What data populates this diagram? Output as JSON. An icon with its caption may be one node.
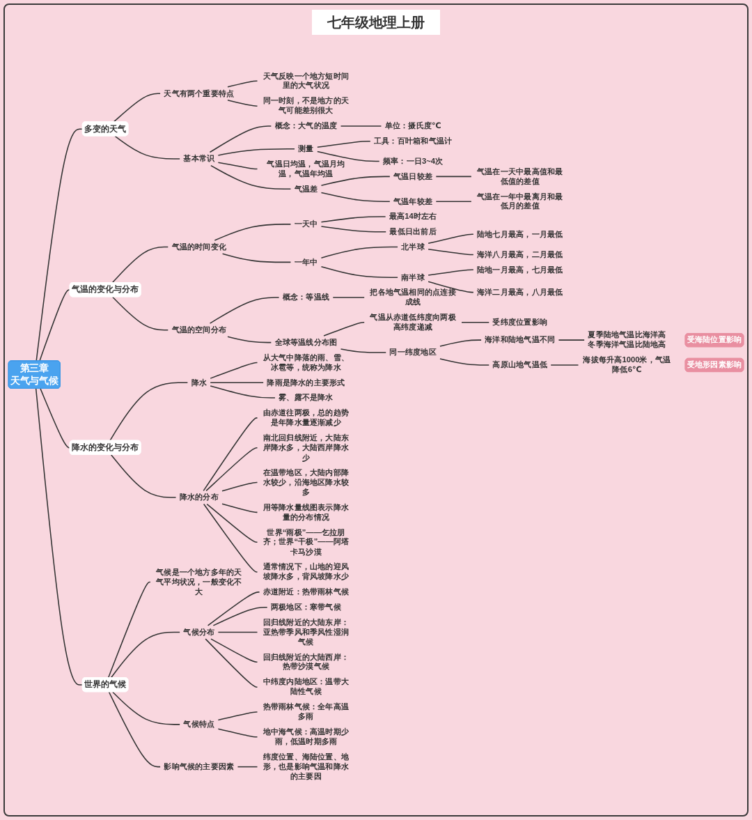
{
  "diagram": {
    "title": "七年级地理上册",
    "nodes": [
      {
        "text": [
          "第三章",
          "天气与气候"
        ]
      },
      {
        "text": [
          "多变的天气"
        ]
      },
      {
        "text": [
          "天气有两个重要特点"
        ]
      },
      {
        "text": [
          "天气反映一个地方短时间里的大气状况"
        ]
      },
      {
        "text": [
          "同一时刻，不是地方的天气可能差别很大"
        ]
      },
      {
        "text": [
          "基本常识"
        ]
      },
      {
        "text": [
          "概念：大气的温度"
        ]
      },
      {
        "text": [
          "单位：摄氏度℃"
        ]
      },
      {
        "text": [
          "测量"
        ]
      },
      {
        "text": [
          "工具：百叶箱和气温计"
        ]
      },
      {
        "text": [
          "频率：一日3~4次"
        ]
      },
      {
        "text": [
          "气温日均温，气温月均温，气温年均温"
        ]
      },
      {
        "text": [
          "气温差"
        ]
      },
      {
        "text": [
          "气温日较差"
        ]
      },
      {
        "text": [
          "气温在一天中最高值和最低值的差值"
        ]
      },
      {
        "text": [
          "气温年较差"
        ]
      },
      {
        "text": [
          "气温在一年中最离月和最低月的差值"
        ]
      },
      {
        "text": [
          "气温的变化与分布"
        ]
      },
      {
        "text": [
          "气温的时间变化"
        ]
      },
      {
        "text": [
          "一天中"
        ]
      },
      {
        "text": [
          "最高14时左右"
        ]
      },
      {
        "text": [
          "最低日出前后"
        ]
      },
      {
        "text": [
          "一年中"
        ]
      },
      {
        "text": [
          "北半球"
        ]
      },
      {
        "text": [
          "陆地七月最高，一月最低"
        ]
      },
      {
        "text": [
          "海洋八月最高，二月最低"
        ]
      },
      {
        "text": [
          "南半球"
        ]
      },
      {
        "text": [
          "陆地一月最高，七月最低"
        ]
      },
      {
        "text": [
          "海洋二月最高，八月最低"
        ]
      },
      {
        "text": [
          "气温的空间分布"
        ]
      },
      {
        "text": [
          "概念：等温线"
        ]
      },
      {
        "text": [
          "把各地气温相同的点连接成线"
        ]
      },
      {
        "text": [
          "全球等温线分布图"
        ]
      },
      {
        "text": [
          "气温从赤道低纬度向两极高纬度递减"
        ]
      },
      {
        "text": [
          "受纬度位置影响"
        ]
      },
      {
        "text": [
          "同一纬度地区"
        ]
      },
      {
        "text": [
          "海洋和陆地气温不同"
        ]
      },
      {
        "text": [
          "夏季陆地气温比海洋高",
          "冬季海洋气温比陆地高"
        ]
      },
      {
        "text": [
          "受海陆位置影响"
        ]
      },
      {
        "text": [
          "高原山地气温低"
        ]
      },
      {
        "text": [
          "海拔每升高1000米，气温降低6℃"
        ]
      },
      {
        "text": [
          "受地形因素影响"
        ]
      },
      {
        "text": [
          "降水的变化与分布"
        ]
      },
      {
        "text": [
          "降水"
        ]
      },
      {
        "text": [
          "从大气中降落的雨、雪、冰雹等，统称为降水"
        ]
      },
      {
        "text": [
          "降雨是降水的主要形式"
        ]
      },
      {
        "text": [
          "雾、露不是降水"
        ]
      },
      {
        "text": [
          "降水的分布"
        ]
      },
      {
        "text": [
          "由赤道往两极，总的趋势是年降水量逐渐减少"
        ]
      },
      {
        "text": [
          "南北回归线附近，大陆东岸降水多，大陆西岸降水少"
        ]
      },
      {
        "text": [
          "在温带地区，大陆内部降水较少，沿海地区降水较多"
        ]
      },
      {
        "text": [
          "用等降水量线图表示降水量的分布情况"
        ]
      },
      {
        "text": [
          "世界“雨极”——乞拉朋齐；世界“干极”——阿塔卡马沙漠"
        ]
      },
      {
        "text": [
          "通常情况下，山地的迎风坡降水多，背风坡降水少"
        ]
      },
      {
        "text": [
          "世界的气候"
        ]
      },
      {
        "text": [
          "气候是一个地方多年的天气平均状况，一般变化不大"
        ]
      },
      {
        "text": [
          "气候分布"
        ]
      },
      {
        "text": [
          "赤道附近：热带雨林气候"
        ]
      },
      {
        "text": [
          "两极地区：寒带气候"
        ]
      },
      {
        "text": [
          "回归线附近的大陆东岸：亚热带季风和季风性湿润气候"
        ]
      },
      {
        "text": [
          "回归线附近的大陆西岸：热带沙漠气候"
        ]
      },
      {
        "text": [
          "中纬度内陆地区：温带大陆性气候"
        ]
      },
      {
        "text": [
          "气候特点"
        ]
      },
      {
        "text": [
          "热带雨林气候：全年高温多雨"
        ]
      },
      {
        "text": [
          "地中海气候：高温时期少雨，低温时期多雨"
        ]
      },
      {
        "text": [
          "影响气候的主要因素"
        ]
      },
      {
        "text": [
          "纬度位置、海陆位置、地形，也是影响气温和降水的主要因"
        ]
      }
    ],
    "edges": [
      {
        "from": 0,
        "to": 1,
        "arrow": "none"
      },
      {
        "from": 1,
        "to": 2,
        "arrow": "none"
      },
      {
        "from": 2,
        "to": 3,
        "arrow": "none"
      },
      {
        "from": 2,
        "to": 4,
        "arrow": "none"
      },
      {
        "from": 1,
        "to": 5,
        "arrow": "none"
      },
      {
        "from": 5,
        "to": 6,
        "arrow": "none"
      },
      {
        "from": 6,
        "to": 7,
        "arrow": "none"
      },
      {
        "from": 5,
        "to": 8,
        "arrow": "none"
      },
      {
        "from": 8,
        "to": 9,
        "arrow": "none"
      },
      {
        "from": 8,
        "to": 10,
        "arrow": "none"
      },
      {
        "from": 5,
        "to": 11,
        "arrow": "none"
      },
      {
        "from": 5,
        "to": 12,
        "arrow": "none"
      },
      {
        "from": 12,
        "to": 13,
        "arrow": "none"
      },
      {
        "from": 13,
        "to": 14,
        "arrow": "none"
      },
      {
        "from": 12,
        "to": 15,
        "arrow": "none"
      },
      {
        "from": 15,
        "to": 16,
        "arrow": "none"
      },
      {
        "from": 0,
        "to": 17,
        "arrow": "none"
      },
      {
        "from": 17,
        "to": 18,
        "arrow": "none"
      },
      {
        "from": 18,
        "to": 19,
        "arrow": "none"
      },
      {
        "from": 19,
        "to": 20,
        "arrow": "none"
      },
      {
        "from": 19,
        "to": 21,
        "arrow": "none"
      },
      {
        "from": 18,
        "to": 22,
        "arrow": "none"
      },
      {
        "from": 22,
        "to": 23,
        "arrow": "none"
      },
      {
        "from": 23,
        "to": 24,
        "arrow": "none"
      },
      {
        "from": 23,
        "to": 25,
        "arrow": "none"
      },
      {
        "from": 22,
        "to": 26,
        "arrow": "none"
      },
      {
        "from": 26,
        "to": 27,
        "arrow": "none"
      },
      {
        "from": 26,
        "to": 28,
        "arrow": "none"
      },
      {
        "from": 17,
        "to": 29,
        "arrow": "none"
      },
      {
        "from": 29,
        "to": 30,
        "arrow": "none"
      },
      {
        "from": 30,
        "to": 31,
        "arrow": "none"
      },
      {
        "from": 29,
        "to": 32,
        "arrow": "none"
      },
      {
        "from": 32,
        "to": 33,
        "arrow": "none"
      },
      {
        "from": 33,
        "to": 34,
        "arrow": "none"
      },
      {
        "from": 32,
        "to": 35,
        "arrow": "none"
      },
      {
        "from": 35,
        "to": 36,
        "arrow": "none"
      },
      {
        "from": 36,
        "to": 37,
        "arrow": "none"
      },
      {
        "from": 35,
        "to": 39,
        "arrow": "none"
      },
      {
        "from": 39,
        "to": 40,
        "arrow": "none"
      },
      {
        "from": 0,
        "to": 42,
        "arrow": "none"
      },
      {
        "from": 42,
        "to": 43,
        "arrow": "none"
      },
      {
        "from": 43,
        "to": 44,
        "arrow": "none"
      },
      {
        "from": 43,
        "to": 45,
        "arrow": "none"
      },
      {
        "from": 43,
        "to": 46,
        "arrow": "none"
      },
      {
        "from": 42,
        "to": 47,
        "arrow": "none"
      },
      {
        "from": 47,
        "to": 48,
        "arrow": "none"
      },
      {
        "from": 47,
        "to": 49,
        "arrow": "none"
      },
      {
        "from": 47,
        "to": 50,
        "arrow": "none"
      },
      {
        "from": 47,
        "to": 51,
        "arrow": "none"
      },
      {
        "from": 47,
        "to": 52,
        "arrow": "none"
      },
      {
        "from": 47,
        "to": 53,
        "arrow": "none"
      },
      {
        "from": 0,
        "to": 54,
        "arrow": "none"
      },
      {
        "from": 54,
        "to": 55,
        "arrow": "none"
      },
      {
        "from": 54,
        "to": 56,
        "arrow": "none"
      },
      {
        "from": 56,
        "to": 57,
        "arrow": "none"
      },
      {
        "from": 56,
        "to": 58,
        "arrow": "none"
      },
      {
        "from": 56,
        "to": 59,
        "arrow": "none"
      },
      {
        "from": 56,
        "to": 60,
        "arrow": "none"
      },
      {
        "from": 56,
        "to": 61,
        "arrow": "none"
      },
      {
        "from": 54,
        "to": 62,
        "arrow": "none"
      },
      {
        "from": 62,
        "to": 63,
        "arrow": "none"
      },
      {
        "from": 62,
        "to": 64,
        "arrow": "none"
      },
      {
        "from": 54,
        "to": 65,
        "arrow": "none"
      },
      {
        "from": 65,
        "to": 66,
        "arrow": "none"
      }
    ]
  }
}
